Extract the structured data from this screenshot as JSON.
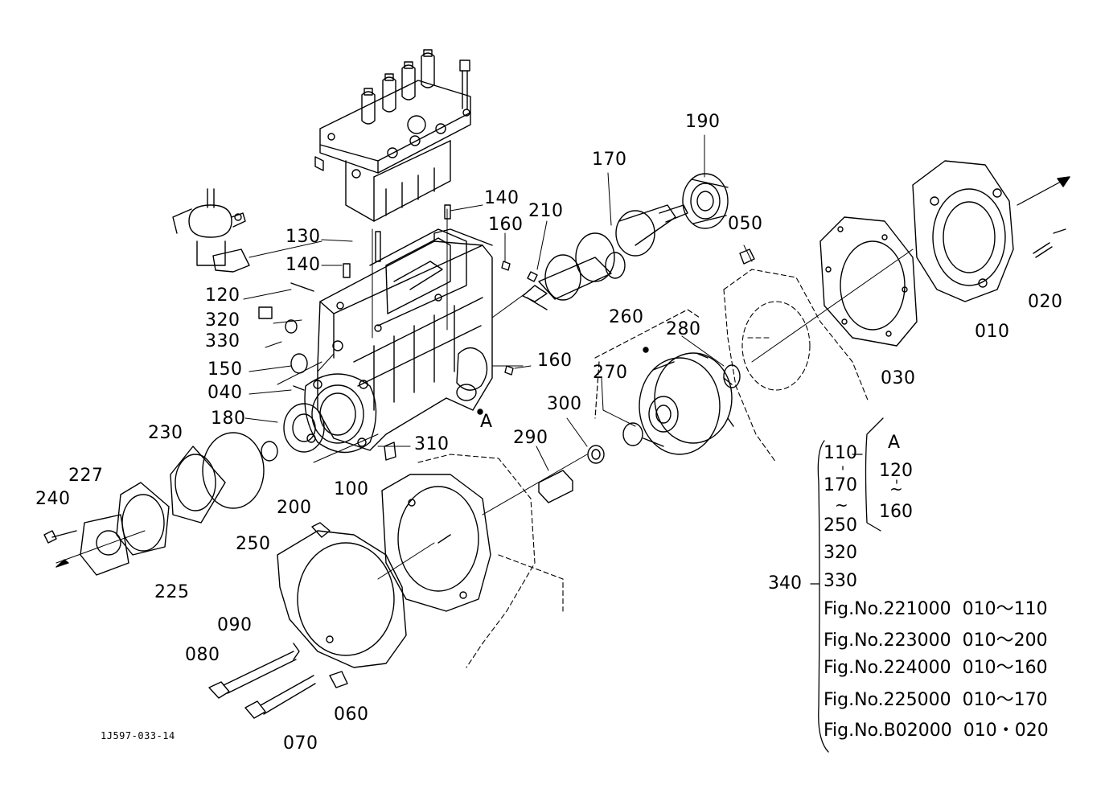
{
  "drawing_id": "1J597-033-14",
  "callouts": {
    "p010": "010",
    "p020": "020",
    "p030": "030",
    "p040": "040",
    "p050": "050",
    "p060": "060",
    "p070": "070",
    "p080": "080",
    "p090": "090",
    "p100": "100",
    "p120": "120",
    "p130": "130",
    "p140a": "140",
    "p140b": "140",
    "p150": "150",
    "p160a": "160",
    "p160b": "160",
    "p170": "170",
    "p180": "180",
    "p190": "190",
    "p200": "200",
    "p210": "210",
    "p225": "225",
    "p227": "227",
    "p230": "230",
    "p240": "240",
    "p250": "250",
    "p260": "260",
    "p270": "270",
    "p280": "280",
    "p290": "290",
    "p300": "300",
    "p310": "310",
    "p320": "320",
    "p330": "330",
    "marker_a": "A"
  },
  "legend": {
    "assembly": "340",
    "group_a_label": "A",
    "group_a_from": "120",
    "group_a_to": "160",
    "rows": [
      "110",
      "170",
      "250",
      "320",
      "330"
    ],
    "figs": [
      {
        "fig": "Fig.No.221000",
        "range": "010～110"
      },
      {
        "fig": "Fig.No.223000",
        "range": "010～200"
      },
      {
        "fig": "Fig.No.224000",
        "range": "010～160"
      },
      {
        "fig": "Fig.No.225000",
        "range": "010～170"
      },
      {
        "fig": "Fig.No.B02000",
        "range": "010・020"
      }
    ]
  }
}
